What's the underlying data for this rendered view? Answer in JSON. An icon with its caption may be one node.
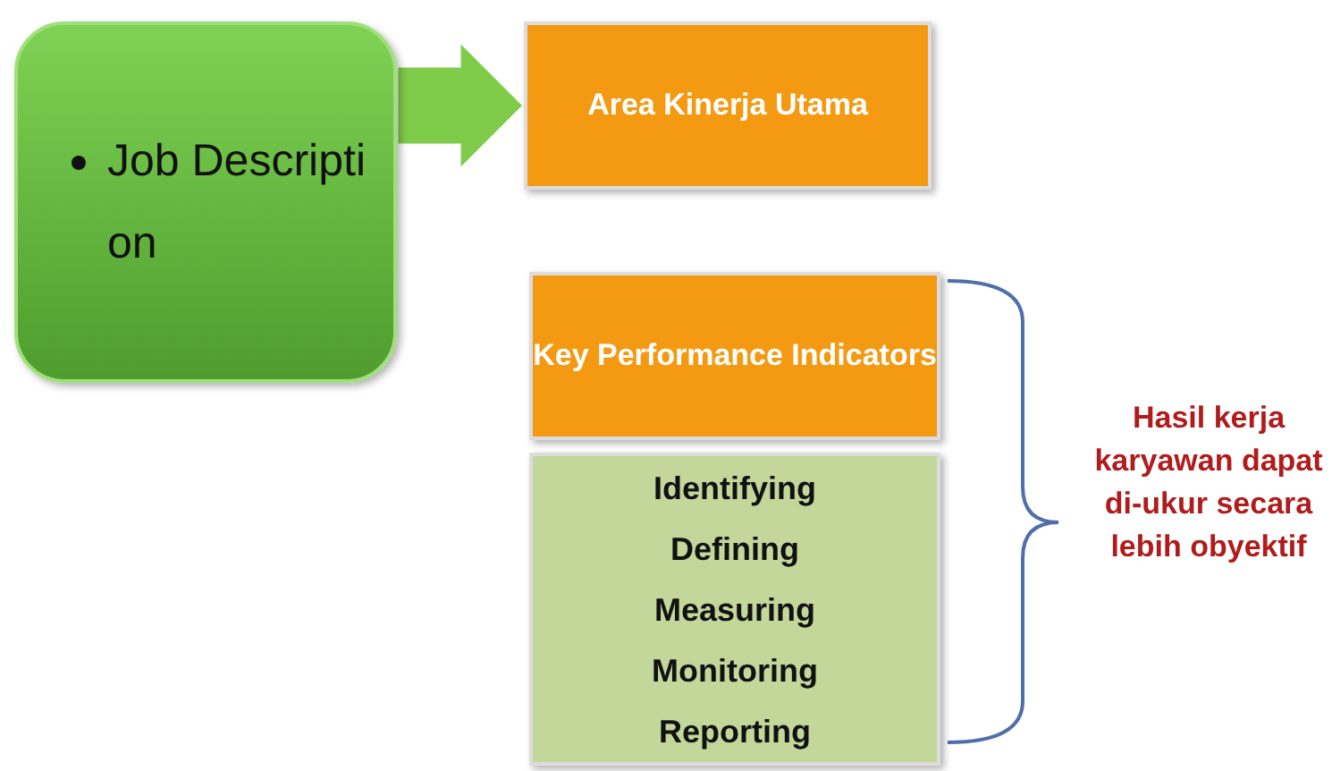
{
  "diagram": {
    "nodes": [
      {
        "text": [
          "Job Description"
        ]
      },
      {
        "text": [
          "Area Kinerja Utama"
        ]
      },
      {
        "text": [
          "Key Performance Indicators"
        ]
      },
      {
        "text": [
          "Identifying",
          "Defining",
          "Measuring",
          "Monitoring",
          "Reporting"
        ]
      }
    ],
    "edges": [
      {
        "from": 0,
        "to": 1,
        "arrow": "to",
        "style": "thick",
        "color": "#7fcc4a"
      }
    ],
    "labels": [
      "Hasil kerja karyawan dapat di-ukur secara lebih obyektif"
    ]
  }
}
